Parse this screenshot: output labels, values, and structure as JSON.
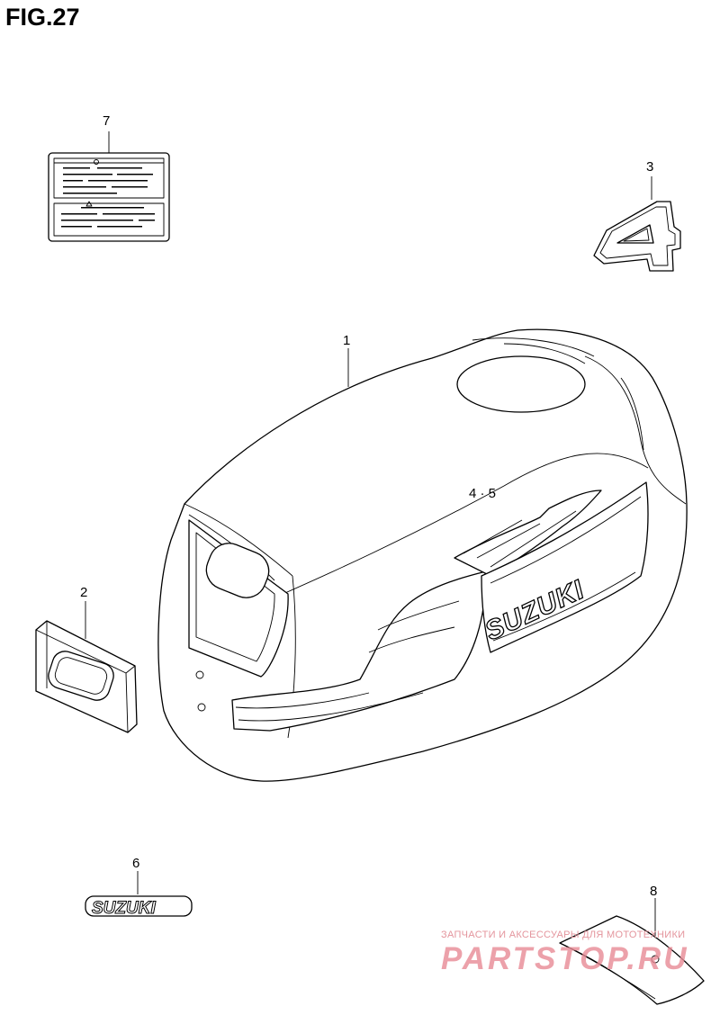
{
  "figure_title": "FIG.27",
  "callouts": {
    "c1": "1",
    "c2": "2",
    "c3": "3",
    "c45": "4 · 5",
    "c6": "6",
    "c7": "7",
    "c8": "8"
  },
  "cowling_text": "SUZUKI",
  "emblem_text": "SUZUKI",
  "decal_numeral": "4",
  "watermark": {
    "top_line": "ЗАПЧАСТИ И АКСЕССУАРЫ ДЛЯ МОТОТЕХНИКИ",
    "logo": "PARTSTOP.RU"
  },
  "colors": {
    "line": "#000000",
    "watermark": "#e88a95"
  }
}
